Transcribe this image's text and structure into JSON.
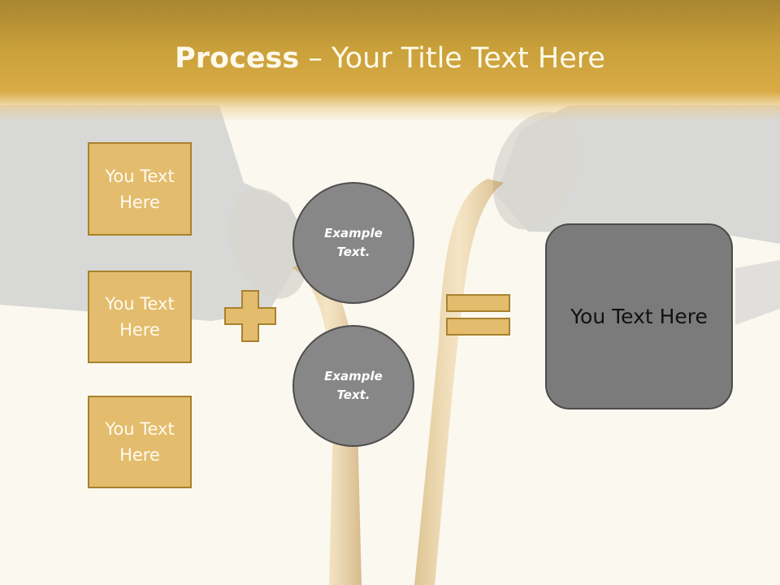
{
  "title": {
    "bold": "Process",
    "dash": " – ",
    "rest": "Your Title Text Here"
  },
  "boxes": [
    "You Text Here",
    "You Text Here",
    "You Text Here"
  ],
  "circles": [
    "Example Text.",
    "Example Text."
  ],
  "result": "You Text Here",
  "colors": {
    "header": "#d9ab45",
    "box_fill": "#e3bd6d",
    "box_border": "#a8822e",
    "circle_fill": "#878787",
    "result_fill": "#7b7b7b",
    "background": "#fbf8ef"
  },
  "icons": {
    "plus": "plus-icon",
    "equals": "equals-icon"
  }
}
